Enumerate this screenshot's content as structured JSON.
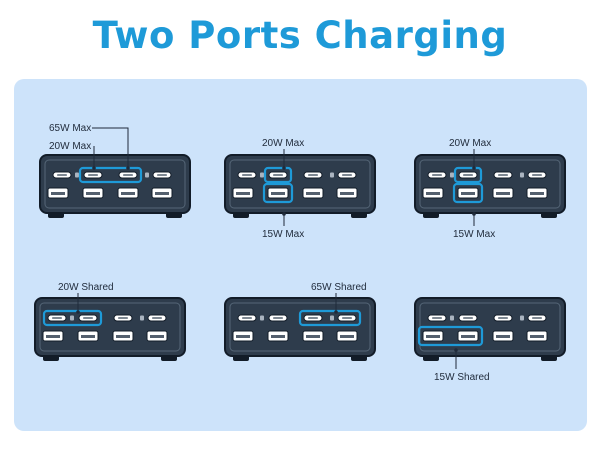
{
  "title": "Two Ports Charging",
  "colors": {
    "title": "#1e9ad8",
    "panel": "#cde3fa",
    "device_body": "#2e3c4c",
    "device_outline": "#121c28",
    "port_fill": "#ffffff",
    "highlight": "#1e9ad8"
  },
  "chargers": [
    {
      "usb_c_highlight": [
        1,
        2
      ],
      "usb_a_highlight": [],
      "labels": [
        {
          "text": "65W Max",
          "port": "c",
          "index": 2
        },
        {
          "text": "20W Max",
          "port": "c",
          "index": 1
        }
      ]
    },
    {
      "usb_c_highlight": [
        1
      ],
      "usb_a_highlight": [
        1
      ],
      "labels": [
        {
          "text": "20W Max",
          "port": "c",
          "index": 1
        },
        {
          "text": "15W Max",
          "port": "a",
          "index": 1
        }
      ]
    },
    {
      "usb_c_highlight": [
        1
      ],
      "usb_a_highlight": [
        1
      ],
      "labels": [
        {
          "text": "20W Max",
          "port": "c",
          "index": 1
        },
        {
          "text": "15W Max",
          "port": "a",
          "index": 1
        }
      ]
    },
    {
      "usb_c_highlight": [
        0,
        1
      ],
      "usb_a_highlight": [],
      "labels": [
        {
          "text": "20W Shared",
          "port": "c-group",
          "index": 0
        }
      ]
    },
    {
      "usb_c_highlight": [
        2,
        3
      ],
      "usb_a_highlight": [],
      "labels": [
        {
          "text": "65W Shared",
          "port": "c-group",
          "index": 1
        }
      ]
    },
    {
      "usb_c_highlight": [],
      "usb_a_highlight": [
        0,
        1
      ],
      "labels": [
        {
          "text": "15W Shared",
          "port": "a-group",
          "index": 0
        }
      ]
    }
  ]
}
